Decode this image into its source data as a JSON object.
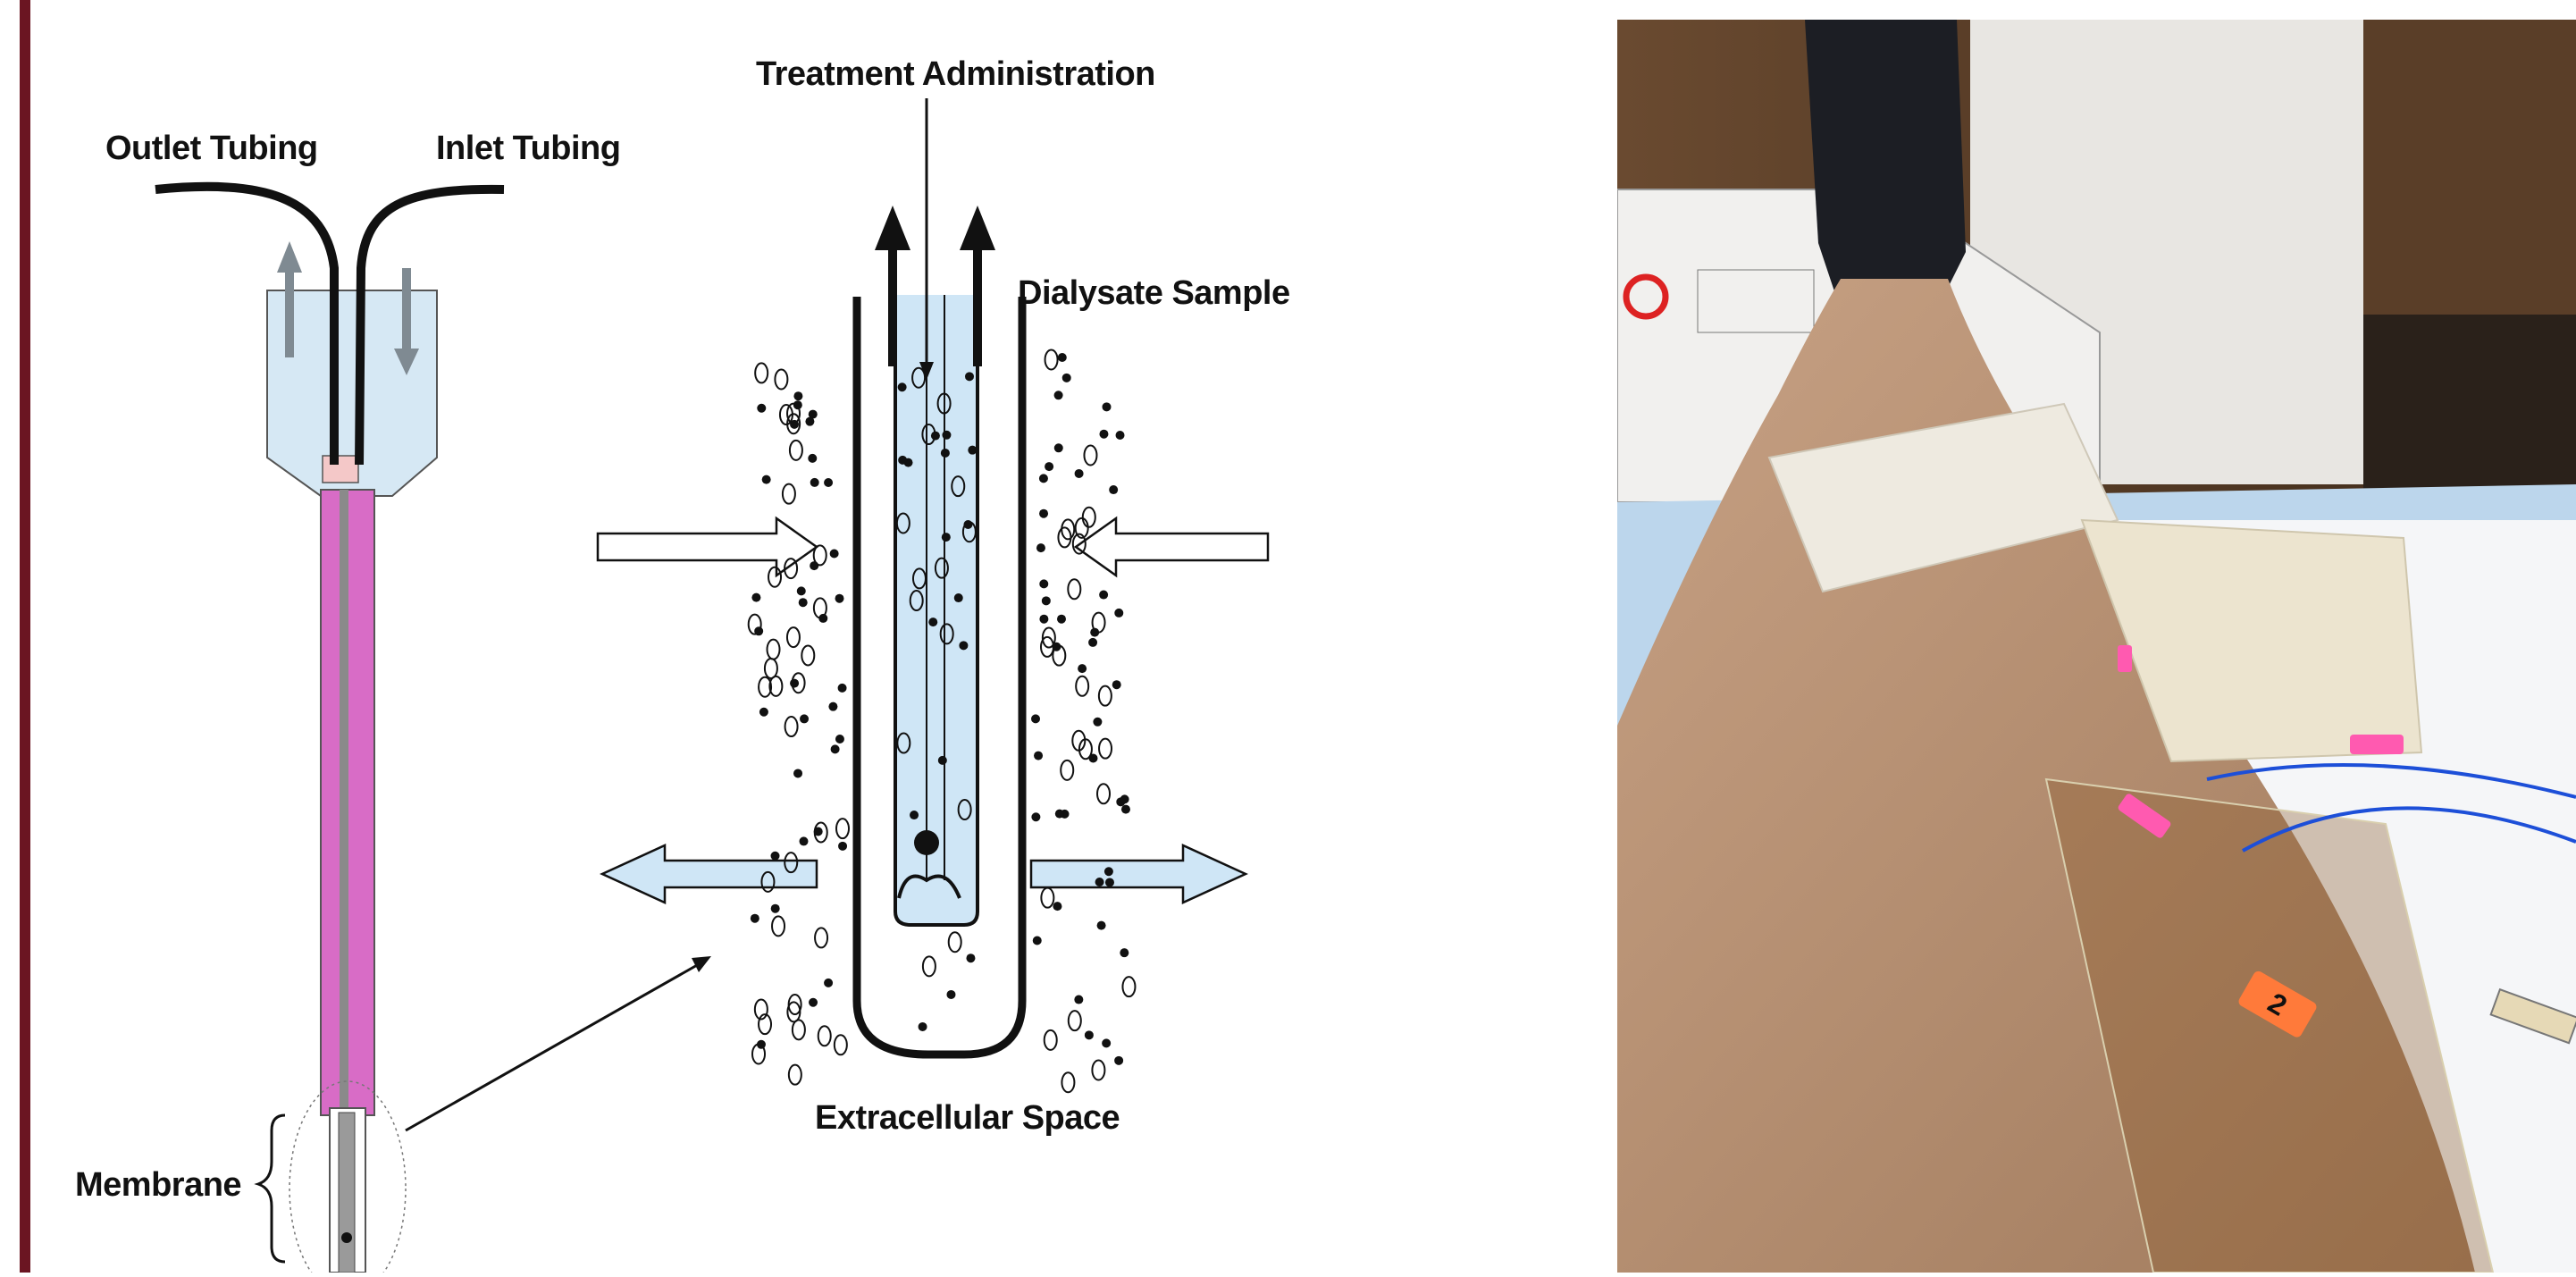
{
  "diagram": {
    "labels": {
      "treatment_administration": "Treatment Administration",
      "outlet_tubing": "Outlet Tubing",
      "inlet_tubing": "Inlet Tubing",
      "dialysate_sample": "Dialysate Sample",
      "extracellular_space": "Extracellular Space",
      "membrane": "Membrane"
    },
    "colors": {
      "probe_shaft": "#d86cc6",
      "reservoir": "#d6e8f4",
      "inner_fluid": "#cfe6f6",
      "flow_arrows": "#7f8a92",
      "accent_border": "#6b1522"
    }
  },
  "photo": {
    "subject": "knee-with-microdialysis-probes",
    "tag_label": "2"
  }
}
